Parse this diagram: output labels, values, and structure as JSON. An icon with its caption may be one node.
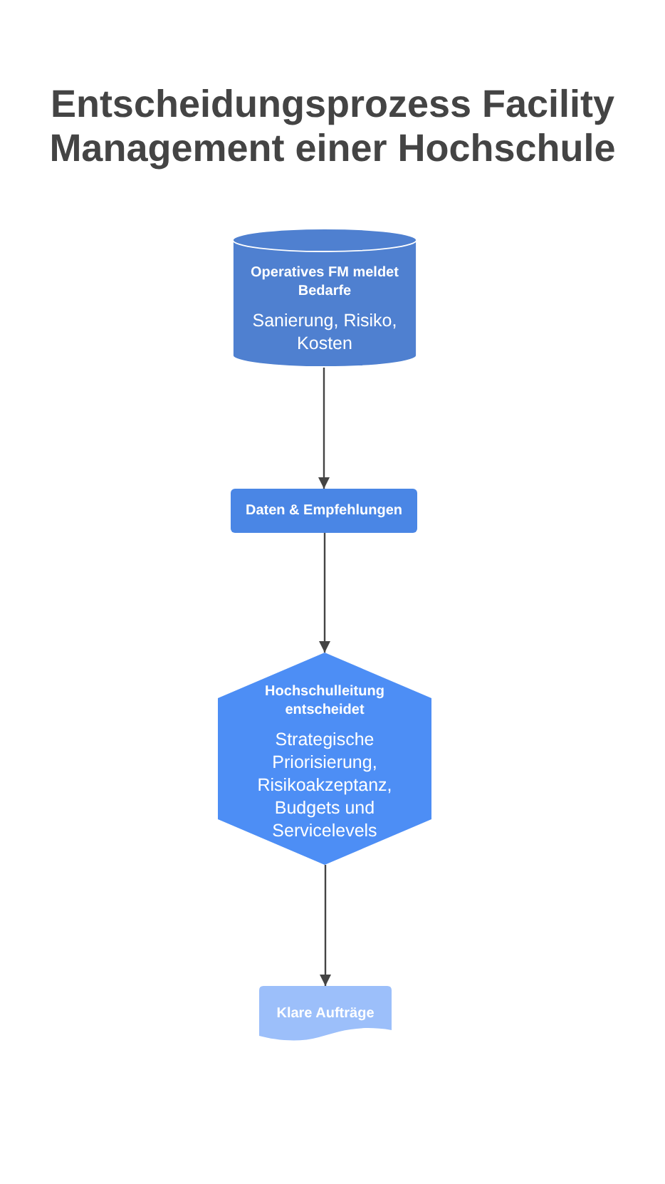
{
  "diagram": {
    "title": "Entscheidungsprozess Facility Management einer Hochschule",
    "nodes": [
      {
        "text": [
          "Operatives FM meldet Bedarfe",
          "Sanierung, Risiko, Kosten"
        ]
      },
      {
        "text": [
          "Daten & Empfehlungen"
        ]
      },
      {
        "text": [
          "Hochschulleitung entscheidet",
          "Strategische Priorisierung, Risikoakzeptanz, Budgets und Servicelevels"
        ]
      },
      {
        "text": [
          "Klare Aufträge"
        ]
      }
    ],
    "edges": [
      {
        "from": 0,
        "to": 1,
        "arrow": "to"
      },
      {
        "from": 1,
        "to": 2,
        "arrow": "to"
      },
      {
        "from": 2,
        "to": 3,
        "arrow": "to"
      }
    ]
  }
}
